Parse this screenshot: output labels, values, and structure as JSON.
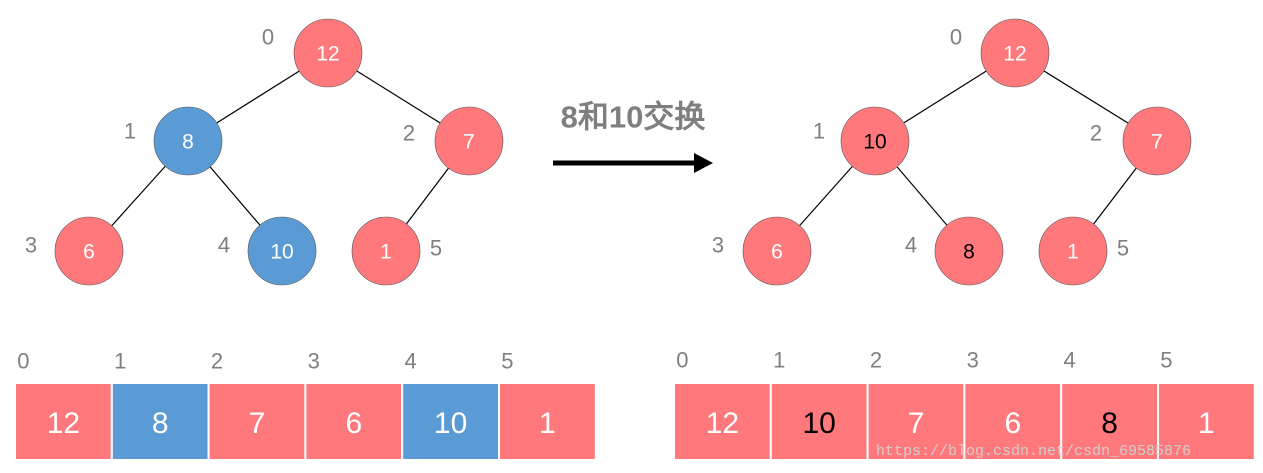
{
  "caption": "8和10交换",
  "watermark": "https://blog.csdn.net/csdn_69585876",
  "colors": {
    "red": "#ff787c",
    "blue": "#5b9bd5",
    "line": "#000000",
    "index": "#7f7f7f"
  },
  "before": {
    "nodes": [
      {
        "value": "12",
        "index": "0",
        "color": "red"
      },
      {
        "value": "8",
        "index": "1",
        "color": "blue"
      },
      {
        "value": "7",
        "index": "2",
        "color": "red"
      },
      {
        "value": "6",
        "index": "3",
        "color": "red"
      },
      {
        "value": "10",
        "index": "4",
        "color": "blue"
      },
      {
        "value": "1",
        "index": "5",
        "color": "red"
      }
    ],
    "array": [
      {
        "index": "0",
        "value": "12",
        "color": "red"
      },
      {
        "index": "1",
        "value": "8",
        "color": "blue"
      },
      {
        "index": "2",
        "value": "7",
        "color": "red"
      },
      {
        "index": "3",
        "value": "6",
        "color": "red"
      },
      {
        "index": "4",
        "value": "10",
        "color": "blue"
      },
      {
        "index": "5",
        "value": "1",
        "color": "red"
      }
    ]
  },
  "after": {
    "nodes": [
      {
        "value": "12",
        "index": "0",
        "color": "red"
      },
      {
        "value": "10",
        "index": "1",
        "color": "red"
      },
      {
        "value": "7",
        "index": "2",
        "color": "red"
      },
      {
        "value": "6",
        "index": "3",
        "color": "red"
      },
      {
        "value": "8",
        "index": "4",
        "color": "red"
      },
      {
        "value": "1",
        "index": "5",
        "color": "red"
      }
    ],
    "array": [
      {
        "index": "0",
        "value": "12",
        "color": "red"
      },
      {
        "index": "1",
        "value": "10",
        "color": "red"
      },
      {
        "index": "2",
        "value": "7",
        "color": "red"
      },
      {
        "index": "3",
        "value": "6",
        "color": "red"
      },
      {
        "index": "4",
        "value": "8",
        "color": "red"
      },
      {
        "index": "5",
        "value": "1",
        "color": "red"
      }
    ]
  }
}
